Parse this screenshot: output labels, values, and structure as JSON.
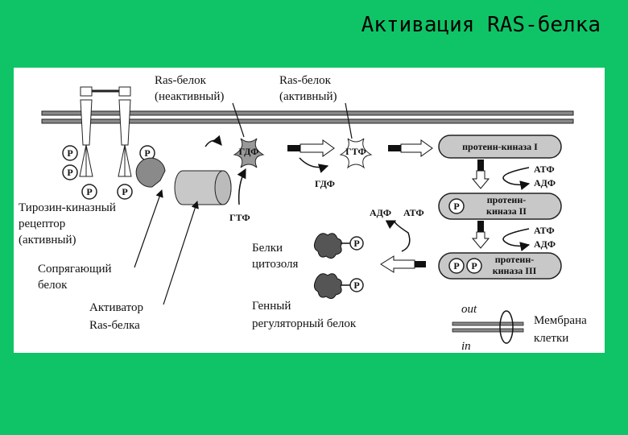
{
  "title": "Активация RAS-белка",
  "labels": {
    "ras_inactive_1": "Ras-белок",
    "ras_inactive_2": "(неактивный)",
    "ras_active_1": "Ras-белок",
    "ras_active_2": "(активный)",
    "gdp": "ГДФ",
    "gtp": "ГТФ",
    "gdp_out": "ГДФ",
    "gtp_in": "ГТФ",
    "receptor_1": "Тирозин-киназный",
    "receptor_2": "рецептор",
    "receptor_3": "(активный)",
    "adaptor_1": "Сопрягающий",
    "adaptor_2": "белок",
    "activator_1": "Активатор",
    "activator_2": "Ras-белка",
    "kinase1": "протеин-киназа I",
    "kinase2_1": "протеин-",
    "kinase2_2": "киназа II",
    "kinase3_1": "протеин-",
    "kinase3_2": "киназа III",
    "atp1": "АТФ",
    "adp1": "АДФ",
    "atp2": "АТФ",
    "adp2": "АДФ",
    "adp3": "АДФ",
    "atp3": "АТФ",
    "cyto_1": "Белки",
    "cyto_2": "цитозоля",
    "gene_1": "Генный",
    "gene_2": "регуляторный белок",
    "out": "out",
    "in": "in",
    "membrane_1": "Мембрана",
    "membrane_2": "клетки",
    "phospho": "P"
  }
}
